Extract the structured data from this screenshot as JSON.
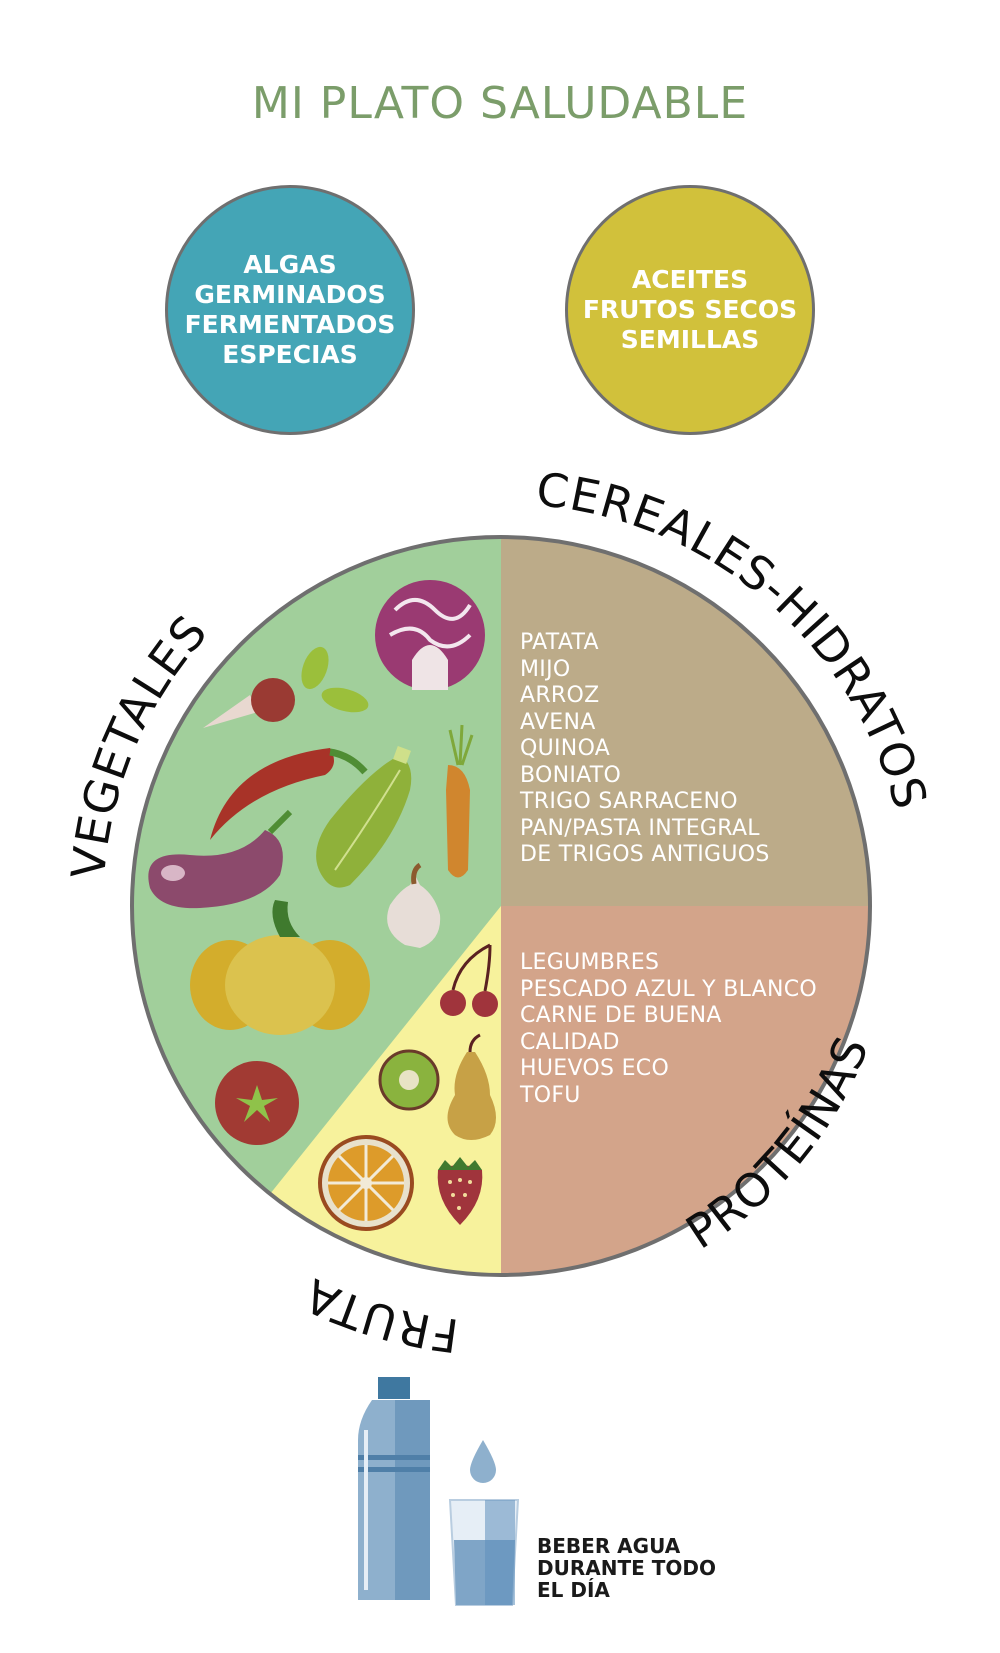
{
  "title": "MI PLATO SALUDABLE",
  "colors": {
    "title": "#7b9d6a",
    "bubble_blue": "#44a5b6",
    "bubble_yellow": "#d1c13b",
    "vegetales": "#a1cf9b",
    "cereales": "#bcab89",
    "proteinas": "#d3a48a",
    "fruta": "#f7f29c",
    "plate_border": "#6f6f6f",
    "water": "#5f8fbb"
  },
  "bubbles": [
    {
      "id": "algas",
      "lines": [
        "ALGAS",
        "GERMINADOS",
        "FERMENTADOS",
        "ESPECIAS"
      ]
    },
    {
      "id": "aceites",
      "lines": [
        "ACEITES",
        "FRUTOS SECOS",
        "SEMILLAS"
      ]
    }
  ],
  "plate": {
    "sections": [
      {
        "id": "vegetales",
        "label": "VEGETALES",
        "share": "half (left, minus fruit wedge)",
        "icons": [
          "red-cabbage",
          "radish",
          "chili-pepper",
          "zucchini",
          "carrot",
          "eggplant",
          "garlic",
          "pumpkin",
          "tomato"
        ]
      },
      {
        "id": "cereales",
        "label": "CEREALES-HIDRATOS",
        "share": "quarter (top-right)",
        "items": [
          "PATATA",
          "MIJO",
          "ARROZ",
          "AVENA",
          "QUINOA",
          "BONIATO",
          "TRIGO SARRACENO",
          "PAN/PASTA INTEGRAL",
          "DE TRIGOS ANTIGUOS"
        ]
      },
      {
        "id": "proteinas",
        "label": "PROTEÍNAS",
        "share": "quarter (bottom-right)",
        "items": [
          "LEGUMBRES",
          "PESCADO AZUL Y BLANCO",
          "CARNE DE BUENA",
          "CALIDAD",
          "HUEVOS ECO",
          "TOFU"
        ]
      },
      {
        "id": "fruta",
        "label": "FRUTA",
        "share": "wedge (bottom-left)",
        "icons": [
          "cherries",
          "kiwi",
          "pear",
          "orange-slice",
          "strawberry"
        ]
      }
    ]
  },
  "water": {
    "lines": [
      "BEBER AGUA",
      "DURANTE TODO",
      "EL DÍA"
    ],
    "icons": [
      "water-bottle",
      "water-drop",
      "water-glass"
    ]
  }
}
